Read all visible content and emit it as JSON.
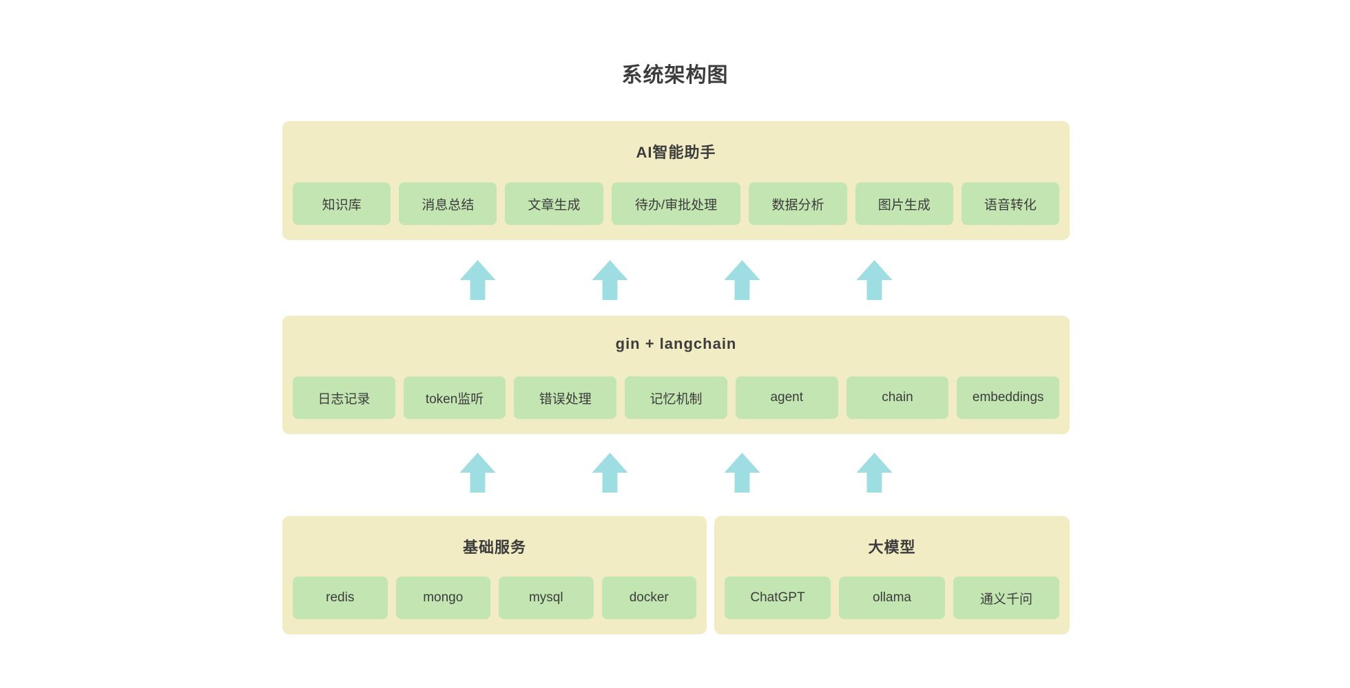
{
  "title": "系统架构图",
  "colors": {
    "container_bg": "#f2ecc5",
    "box_bg": "#c2e5b1",
    "arrow": "#9edee2",
    "text": "#3c3c3c"
  },
  "layers": [
    {
      "id": "ai-assistant",
      "title": "AI智能助手",
      "items": [
        "知识库",
        "消息总结",
        "文章生成",
        "待办/审批处理",
        "数据分析",
        "图片生成",
        "语音转化"
      ]
    },
    {
      "id": "gin-langchain",
      "title": "gin + langchain",
      "items": [
        "日志记录",
        "token监听",
        "错误处理",
        "记忆机制",
        "agent",
        "chain",
        "embeddings"
      ]
    },
    {
      "id": "base-services",
      "title": "基础服务",
      "items": [
        "redis",
        "mongo",
        "mysql",
        "docker"
      ]
    },
    {
      "id": "llm-models",
      "title": "大模型",
      "items": [
        "ChatGPT",
        "ollama",
        "通义千问"
      ]
    }
  ],
  "arrows": {
    "rows": 2,
    "per_row": 4,
    "direction": "up"
  }
}
